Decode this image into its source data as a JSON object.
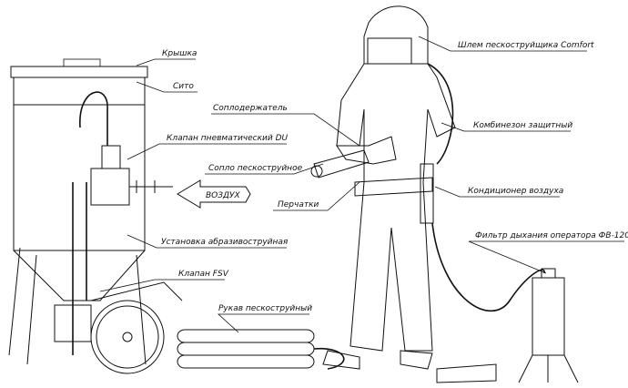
{
  "labels": {
    "lid": "Крышка",
    "sieve": "Сито",
    "nozzle_holder": "Соплодержатель",
    "valve_du": "Клапан пневматический DU",
    "nozzle": "Сопло пескоструйное",
    "air": "ВОЗДУХ",
    "gloves": "Перчатки",
    "blast_unit": "Установка абразивоструйная",
    "valve_fsv": "Клапан FSV",
    "blast_hose": "Рукав пескоструйный",
    "helmet": "Шлем пескоструйщика Comfort",
    "overalls": "Комбинезон защитный",
    "air_conditioner": "Кондиционер воздуха",
    "breathing_filter": "Фильтр дыхания оператора ФВ-120"
  }
}
